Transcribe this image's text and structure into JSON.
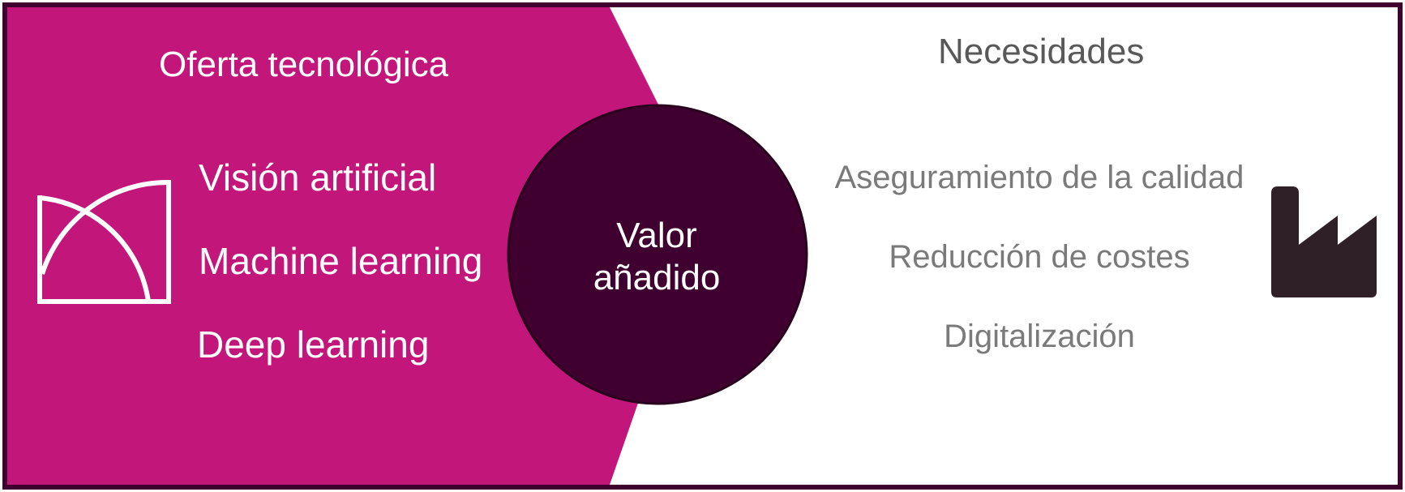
{
  "colors": {
    "magenta": "#c3167b",
    "dark_purple": "#3f0030",
    "border": "#3f0030",
    "factory": "#2f1f27",
    "left_text": "#ffffff",
    "right_text": "#7a7a7a"
  },
  "left_panel": {
    "title": "Oferta tecnológica",
    "icon": "arches-icon",
    "items": [
      "Visión artificial",
      "Machine learning",
      "Deep learning"
    ]
  },
  "center": {
    "line1": "Valor",
    "line2": "añadido"
  },
  "right_panel": {
    "title": "Necesidades",
    "icon": "factory-icon",
    "items": [
      "Aseguramiento de la calidad",
      "Reducción de costes",
      "Digitalización"
    ]
  }
}
